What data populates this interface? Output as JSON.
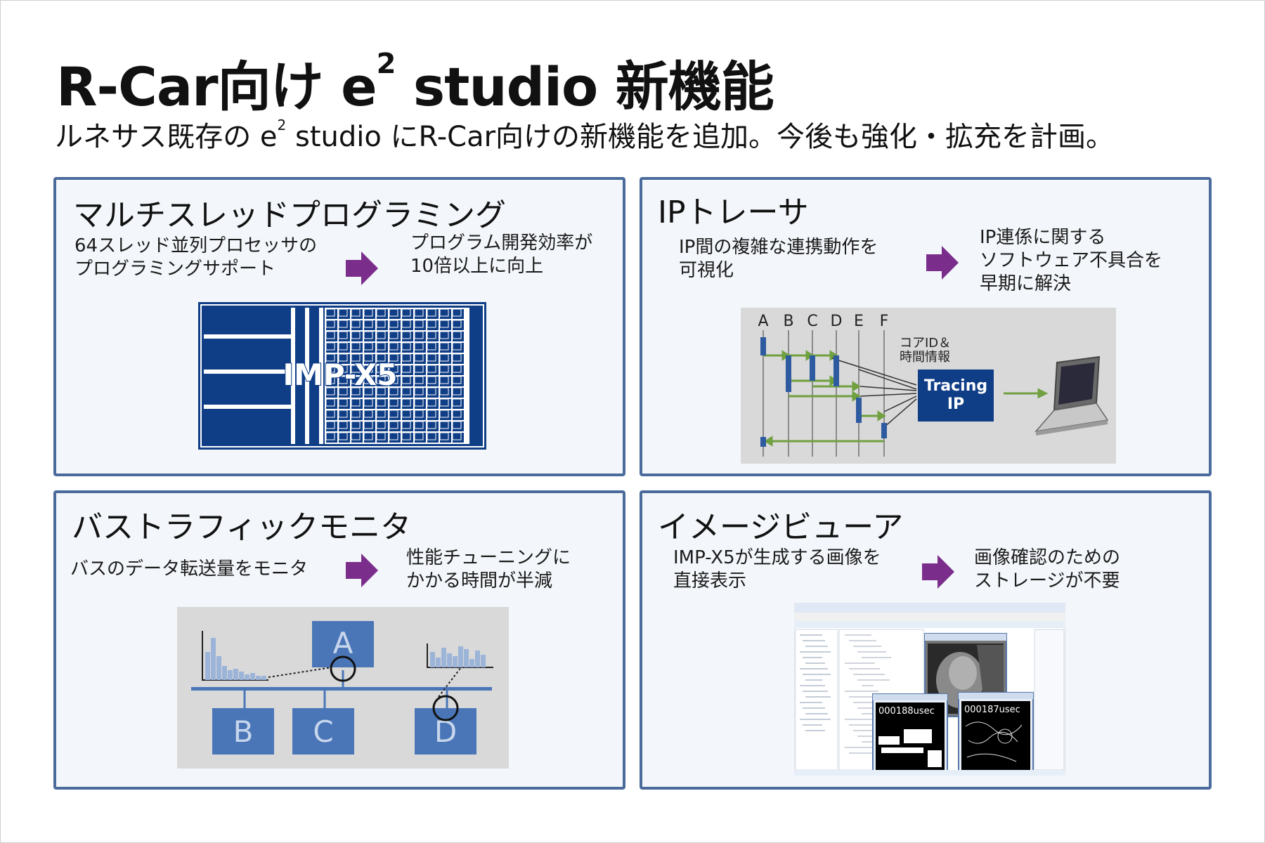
{
  "header": {
    "title_main": "R-Car向け e",
    "title_sup": "2",
    "title_rest": " studio 新機能",
    "subtitle_pre": "ルネサス既存の e",
    "subtitle_sup": "2",
    "subtitle_rest": " studio にR-Car向けの新機能を追加。今後も強化・拡充を計画。"
  },
  "panels": {
    "multithread": {
      "title": "マルチスレッドプログラミング",
      "left_line1": "64スレッド並列プロセッサの",
      "left_line2": "プログラミングサポート",
      "right_line1": "プログラム開発効率が",
      "right_line2": "10倍以上に向上",
      "chip_label": "IMP-X5"
    },
    "ip_tracer": {
      "title": "IPトレーサ",
      "left_line1": "IP間の複雑な連携動作を",
      "left_line2": "可視化",
      "right_line1": "IP連係に関する",
      "right_line2": "ソフトウェア不具合を",
      "right_line3": "早期に解決",
      "lanes": [
        "A",
        "B",
        "C",
        "D",
        "E",
        "F"
      ],
      "core_info_line1": "コアID＆",
      "core_info_line2": "時間情報",
      "tracing_line1": "Tracing",
      "tracing_line2": "IP"
    },
    "bus_monitor": {
      "title": "バストラフィックモニタ",
      "left_line1": "バスのデータ転送量をモニタ",
      "right_line1": "性能チューニングに",
      "right_line2": "かかる時間が半減",
      "blocks": [
        "A",
        "B",
        "C",
        "D"
      ]
    },
    "image_viewer": {
      "title": "イメージビューア",
      "left_line1": "IMP-X5が生成する画像を",
      "left_line2": "直接表示",
      "right_line1": "画像確認のための",
      "right_line2": "ストレージが不要",
      "timer1": "000188usec",
      "timer2": "000187usec"
    }
  },
  "colors": {
    "panel_border": "#4a6b9c",
    "panel_bg": "#f3f6fa",
    "arrow": "#7b2d8b",
    "chip_blue": "#0f3d86",
    "trace_green": "#70a040",
    "bus_block": "#4a76b8"
  }
}
